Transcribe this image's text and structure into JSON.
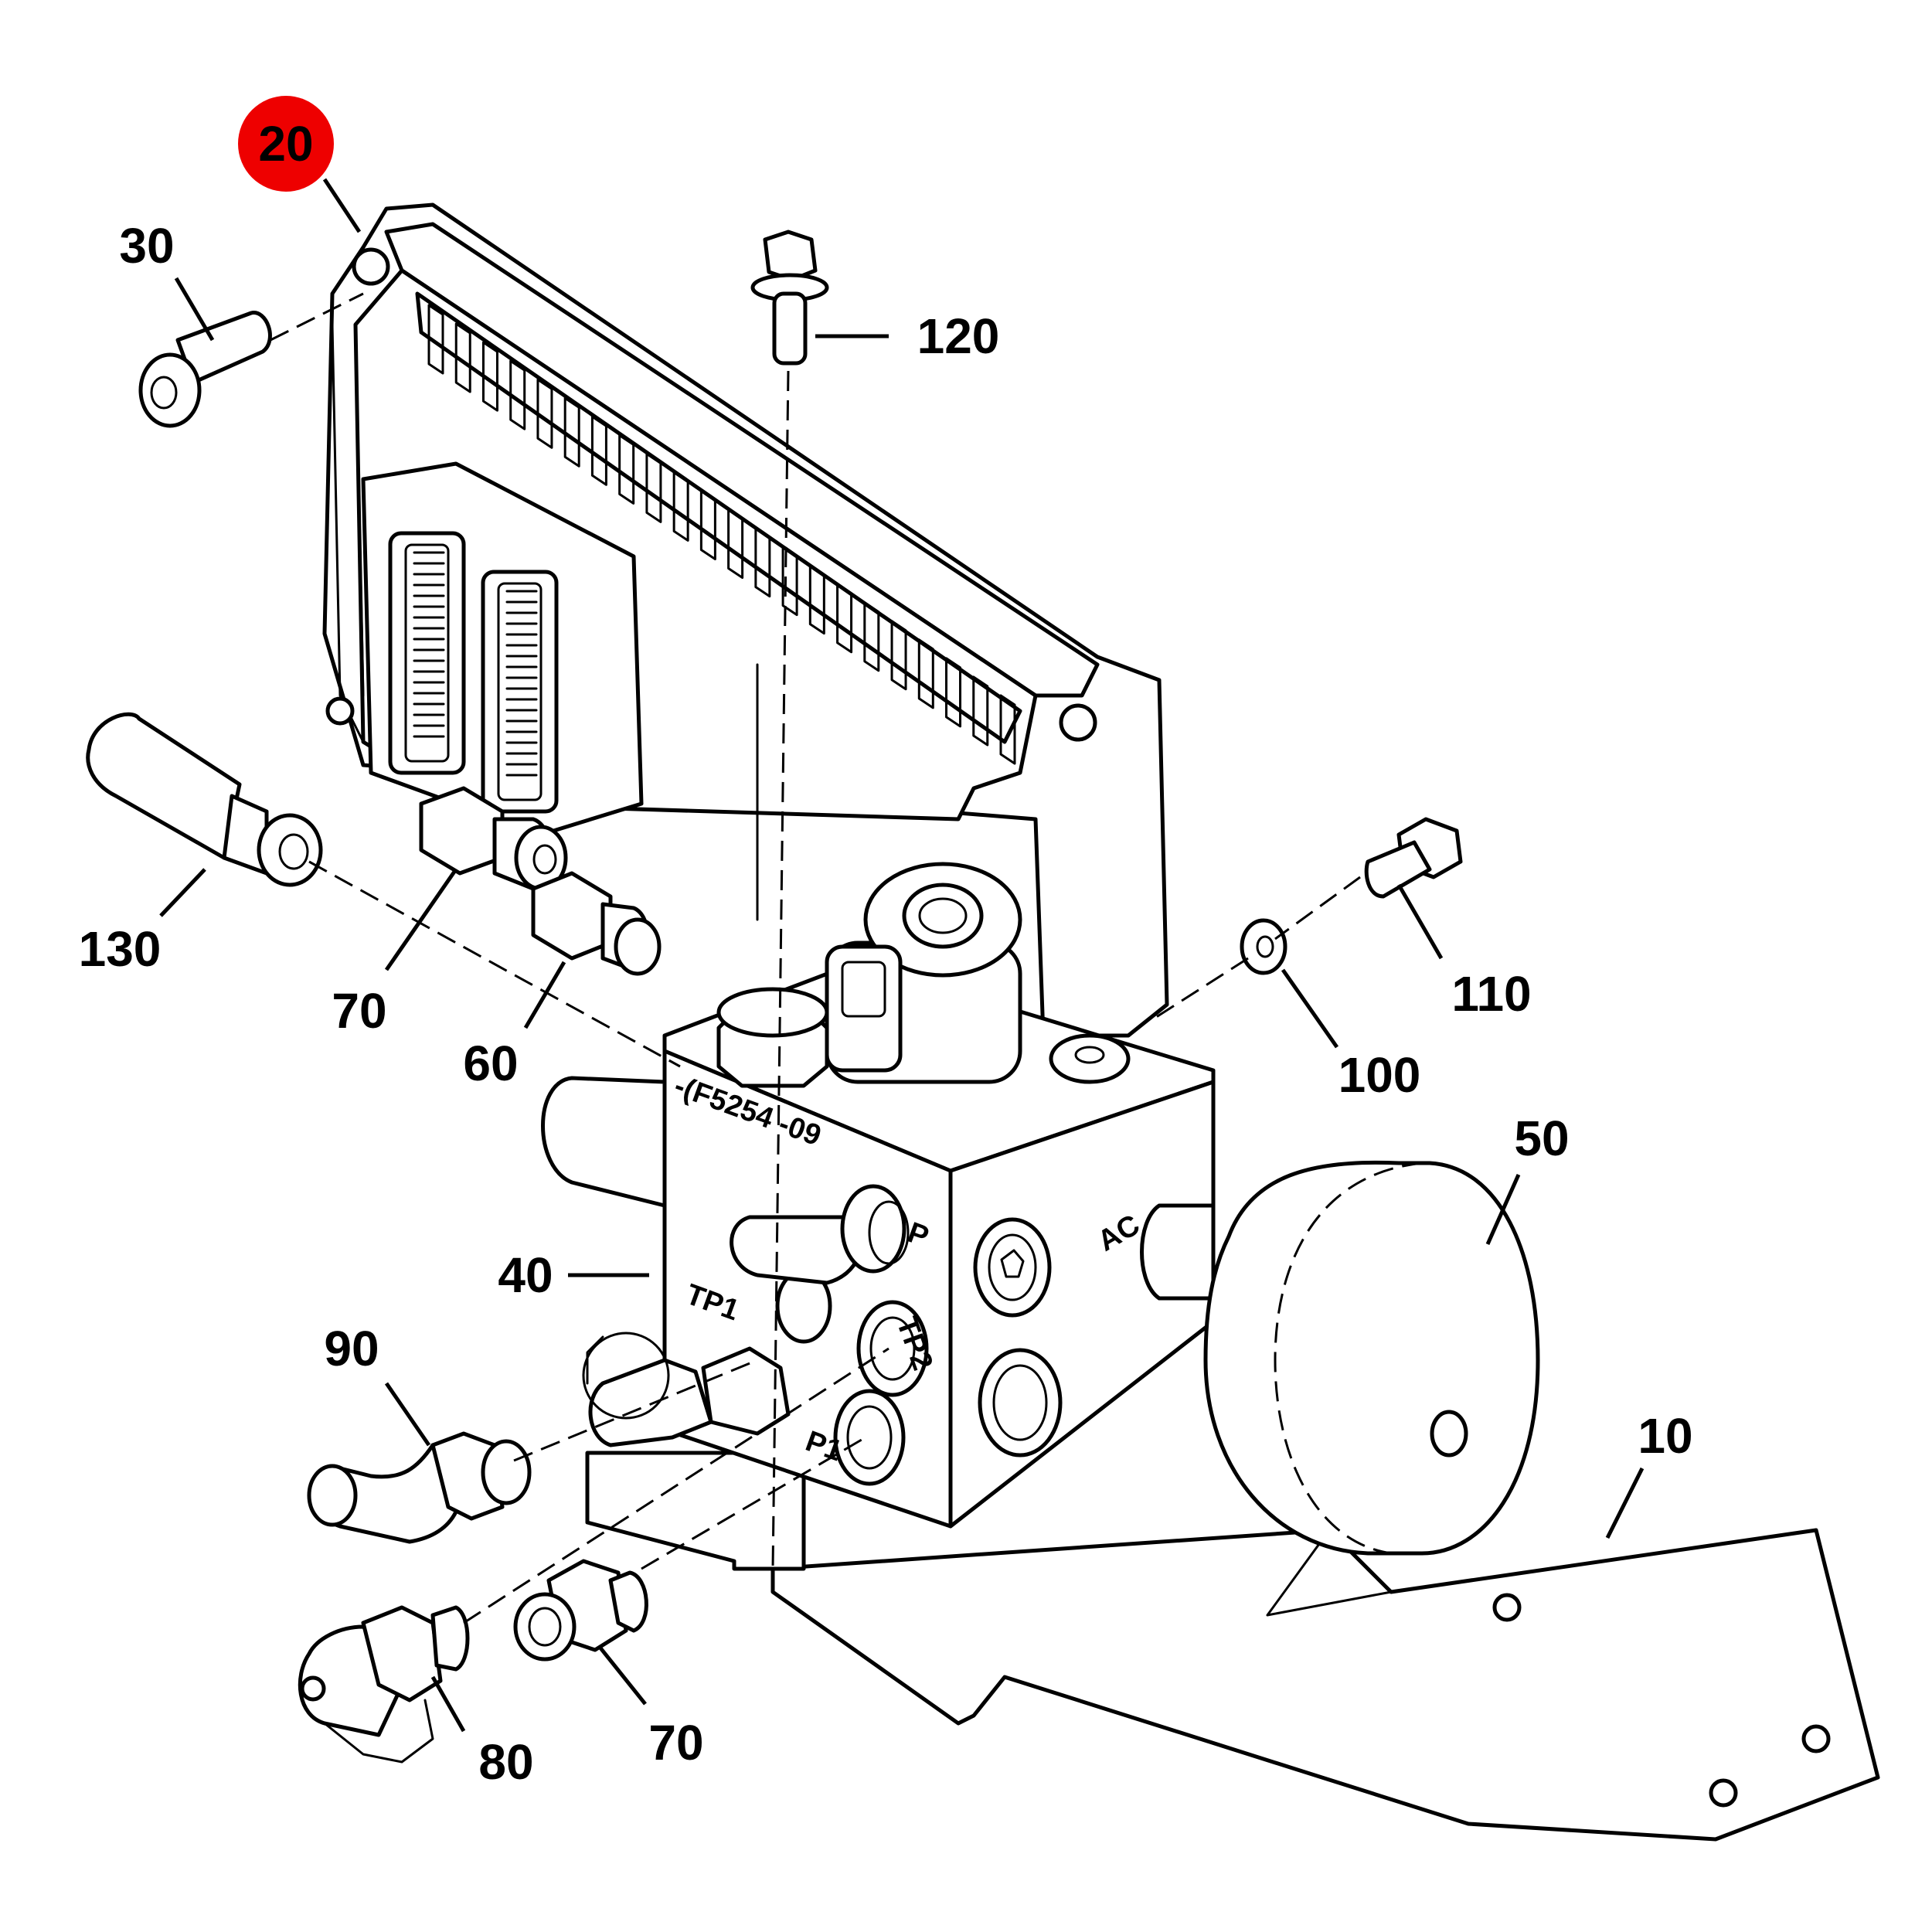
{
  "diagram": {
    "highlighted_callout": "20",
    "highlight_color": "#ee0000",
    "callouts": {
      "c10": "10",
      "c20": "20",
      "c30": "30",
      "c40": "40",
      "c50": "50",
      "c60": "60",
      "c70a": "70",
      "c70b": "70",
      "c80": "80",
      "c90": "90",
      "c100": "100",
      "c110": "110",
      "c120": "120",
      "c130": "130"
    },
    "block_markings": {
      "part_number": "-(F5254 -09",
      "port_p": "P",
      "port_ac": "AC",
      "port_tp1": "TP1",
      "port_tp2": "TP2",
      "port_p1": "P1"
    }
  }
}
